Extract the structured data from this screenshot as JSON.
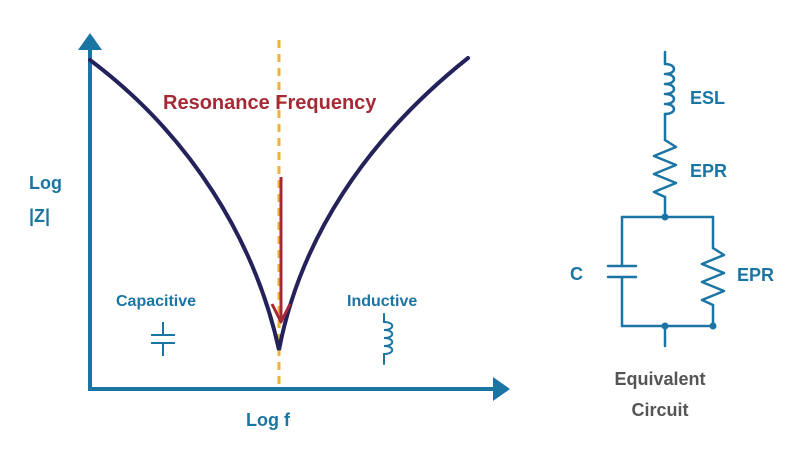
{
  "plot": {
    "y_label_line1": "Log",
    "y_label_line2": "|Z|",
    "x_label": "Log f",
    "resonance_label": "Resonance Frequency",
    "capacitive_label": "Capacitive",
    "inductive_label": "Inductive"
  },
  "circuit": {
    "esl_label": "ESL",
    "epr_series_label": "EPR",
    "c_label": "C",
    "epr_parallel_label": "EPR",
    "title_line1": "Equivalent",
    "title_line2": "Circuit"
  },
  "colors": {
    "axis": "#1b75a3",
    "curve": "#23225a",
    "marker": "#f2b134",
    "resonance": "#a52a36",
    "text": "#1b75a3",
    "circuit": "#1b75a3",
    "circuit_title": "#555555"
  }
}
